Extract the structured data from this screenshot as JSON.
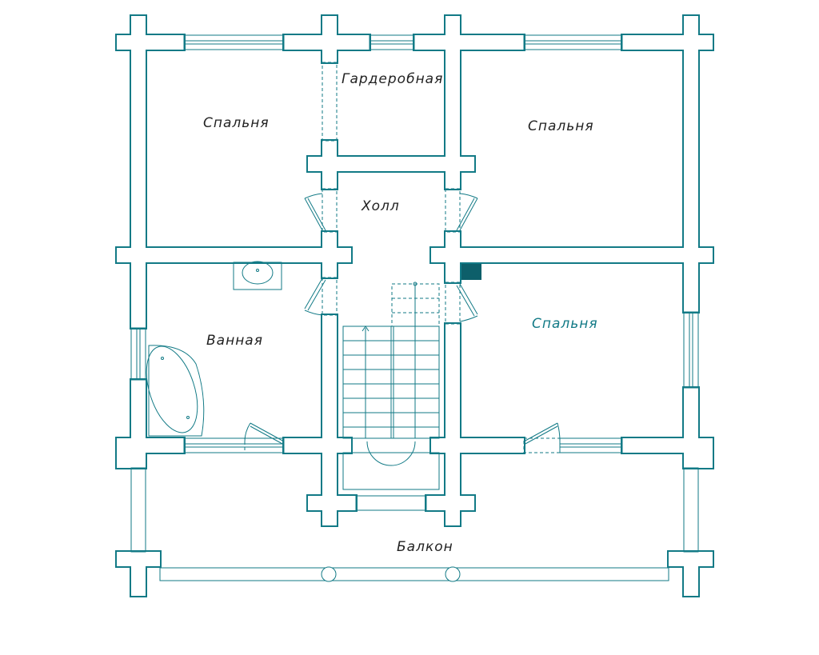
{
  "colors": {
    "wall": "#127a86",
    "text": "#222222",
    "accent_text": "#127a86",
    "shaft": "#0d5f6a"
  },
  "rooms": {
    "bedroom_top_left": "Спальня",
    "wardrobe": "Гардеробная",
    "bedroom_top_right": "Спальня",
    "hall": "Холл",
    "bathroom": "Ванная",
    "bedroom_bottom_right": "Спальня",
    "balcony": "Балкон"
  }
}
